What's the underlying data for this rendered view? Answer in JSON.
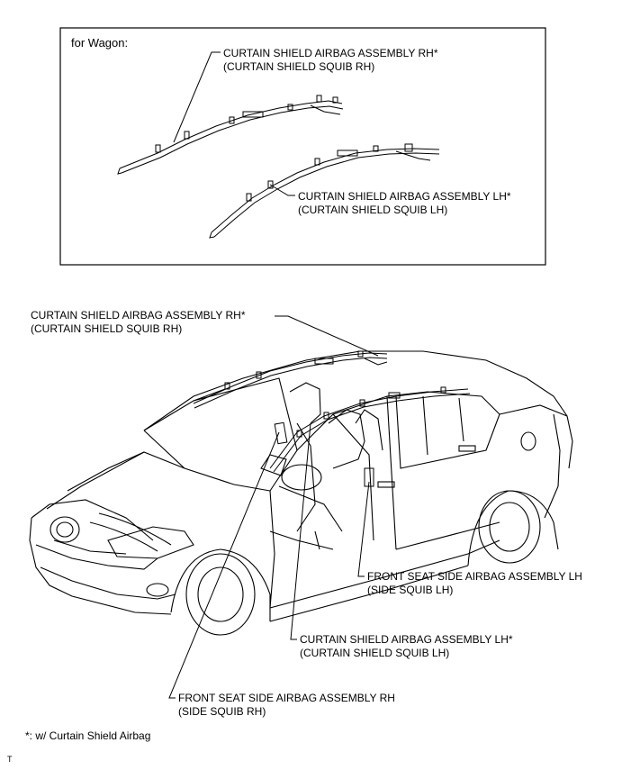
{
  "wagon_inset": {
    "title": "for Wagon:",
    "label_rh": {
      "line1": "CURTAIN SHIELD AIRBAG ASSEMBLY RH*",
      "line2": "(CURTAIN SHIELD SQUIB RH)"
    },
    "label_lh": {
      "line1": "CURTAIN SHIELD AIRBAG ASSEMBLY LH*",
      "line2": "(CURTAIN SHIELD SQUIB LH)"
    }
  },
  "sedan": {
    "curtain_rh": {
      "line1": "CURTAIN SHIELD AIRBAG ASSEMBLY RH*",
      "line2": "(CURTAIN SHIELD SQUIB RH)"
    },
    "front_seat_lh": {
      "line1": "FRONT SEAT SIDE AIRBAG ASSEMBLY LH",
      "line2": "(SIDE SQUIB LH)"
    },
    "curtain_lh": {
      "line1": "CURTAIN SHIELD AIRBAG ASSEMBLY LH*",
      "line2": "(CURTAIN SHIELD SQUIB LH)"
    },
    "front_seat_rh": {
      "line1": "FRONT SEAT SIDE AIRBAG ASSEMBLY RH",
      "line2": "(SIDE SQUIB RH)"
    }
  },
  "footnote": "*: w/ Curtain Shield Airbag",
  "corner_mark": "T"
}
